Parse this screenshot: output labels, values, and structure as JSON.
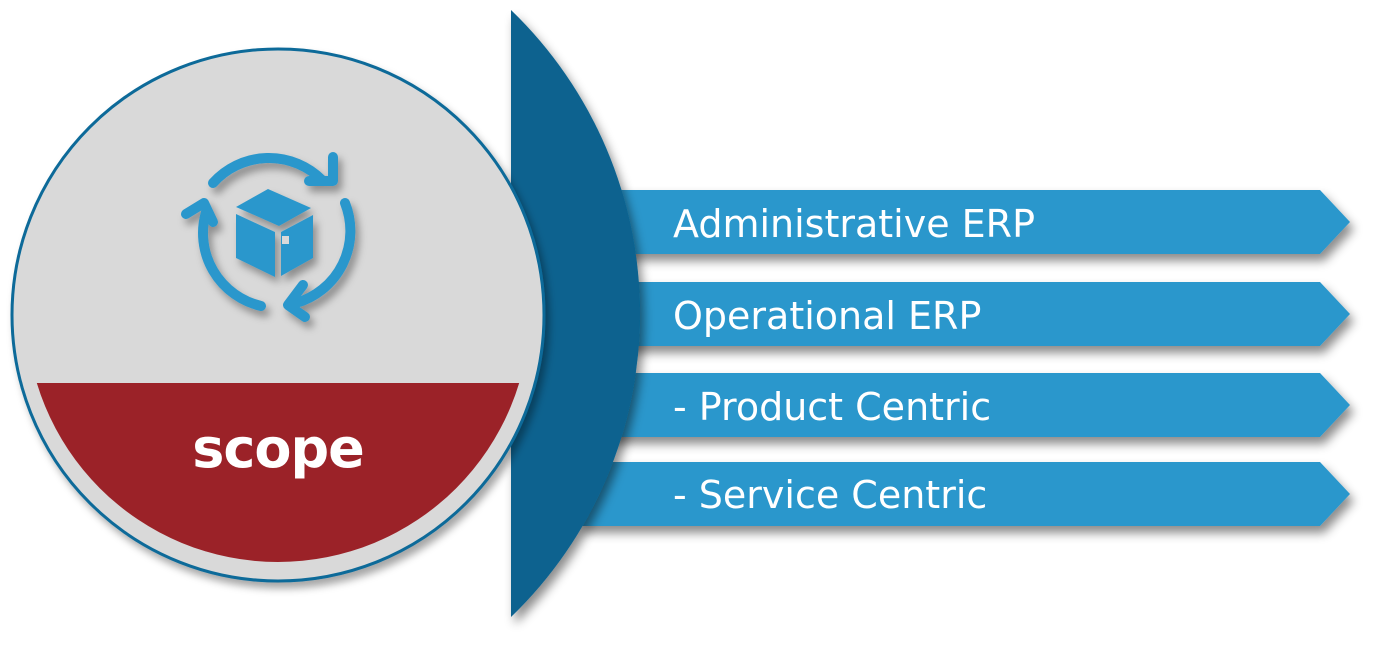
{
  "center": {
    "label": "scope",
    "icon": "box-cycle-icon"
  },
  "items": [
    {
      "label": "Administrative ERP"
    },
    {
      "label": "Operational ERP"
    },
    {
      "label": "- Product Centric"
    },
    {
      "label": "- Service Centric"
    }
  ],
  "colors": {
    "arrow": "#2b97cc",
    "arc": "#08628f",
    "scope_band": "#9b2228",
    "circle": "#d9d9d9",
    "icon": "#2b97cc"
  }
}
